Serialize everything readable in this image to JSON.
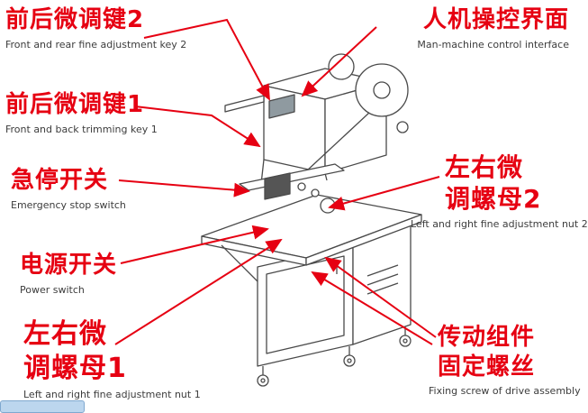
{
  "colors": {
    "accent_red": "#e60012",
    "caption_text": "#3c3c3c",
    "line_art": "#4a4a4a"
  },
  "callouts": {
    "key2": {
      "zh": "前后微调键2",
      "en": "Front and rear fine adjustment key 2"
    },
    "interface": {
      "zh": "人机操控界面",
      "en": "Man-machine control interface"
    },
    "key1": {
      "zh": "前后微调键1",
      "en": "Front and back trimming key 1"
    },
    "estop": {
      "zh": "急停开关",
      "en": "Emergency stop switch"
    },
    "power": {
      "zh": "电源开关",
      "en": "Power switch"
    },
    "nut1": {
      "zh_line1": "左右微",
      "zh_line2": "调螺母1",
      "en": "Left and right fine adjustment nut 1"
    },
    "nut2": {
      "zh_line1": "左右微",
      "zh_line2": "调螺母2",
      "en": "Left and right fine adjustment nut 2"
    },
    "screws": {
      "zh_line1": "传动组件",
      "zh_line2": "固定螺丝",
      "en": "Fixing screw of drive assembly"
    }
  }
}
